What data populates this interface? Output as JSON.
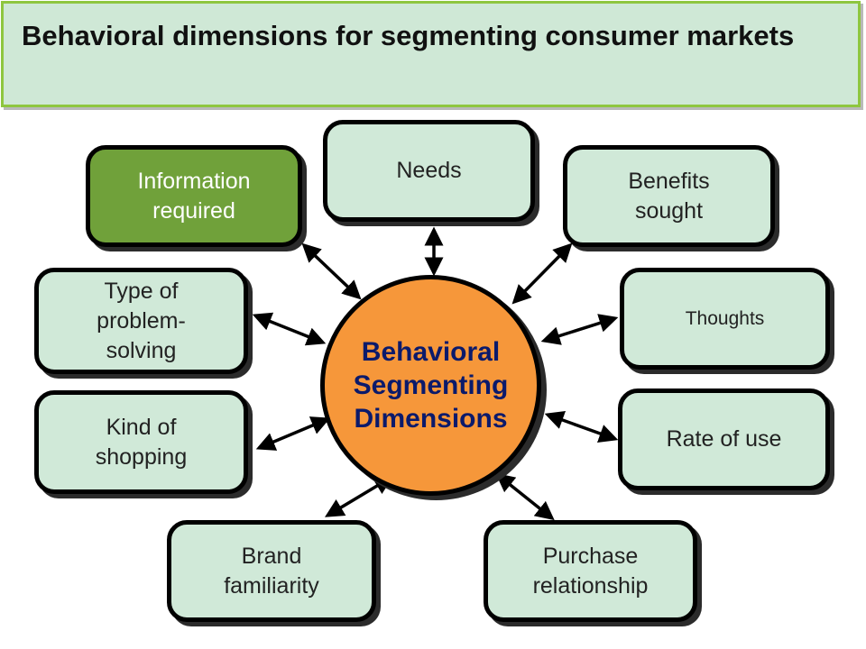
{
  "header": {
    "title": "Behavioral dimensions for segmenting consumer markets"
  },
  "center": {
    "label": "Behavioral Segmenting Dimensions"
  },
  "nodes": {
    "needs": "Needs",
    "information": "Information required",
    "benefits": "Benefits sought",
    "problem_solving": "Type of problem-solving",
    "thoughts": "Thoughts",
    "shopping": "Kind of shopping",
    "rate_of_use": "Rate of use",
    "brand": "Brand familiarity",
    "purchase": "Purchase relationship"
  },
  "colors": {
    "node_fill": "#d0e9d8",
    "highlight_fill": "#70a13a",
    "center_fill": "#f6973a",
    "center_text": "#0b1a6b",
    "title_fill": "#cfe8d6",
    "title_border": "#8ec63f"
  }
}
